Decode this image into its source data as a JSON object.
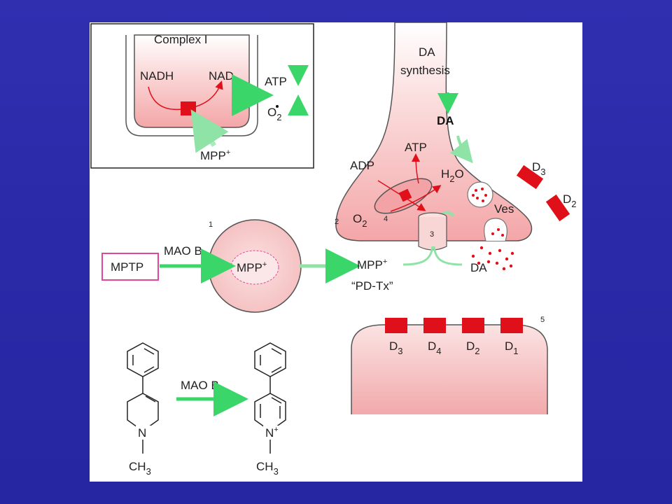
{
  "complex_inset": {
    "title": "Complex I",
    "nadh": "NADH",
    "nad": "NAD",
    "atp": "ATP",
    "o2": "O",
    "o2_sub": "2",
    "mpp": "MPP",
    "mpp_sup": "+"
  },
  "neuron": {
    "da_synthesis_line1": "DA",
    "da_synthesis_line2": "synthesis",
    "da": "DA",
    "adp": "ADP",
    "atp": "ATP",
    "h2o_h": "H",
    "h2o_sub": "2",
    "h2o_o": "O",
    "o2": "O",
    "o2_sub": "2",
    "ves": "Ves",
    "receptor_d3": "D",
    "receptor_d3_sub": "3",
    "receptor_d2": "D",
    "receptor_d2_sub": "2",
    "released_da": "DA",
    "num_2": "2",
    "num_3": "3",
    "num_4": "4"
  },
  "pathway": {
    "mptp": "MPTP",
    "mao_b": "MAO  B",
    "mpp_in_cell": "MPP",
    "mpp_in_cell_sup": "+",
    "mpp_out": "MPP",
    "mpp_out_sup": "+",
    "pd_tx": "“PD-Tx”",
    "num_1": "1"
  },
  "postsynaptic": {
    "num_5": "5",
    "receptors": [
      {
        "letter": "D",
        "sub": "3"
      },
      {
        "letter": "D",
        "sub": "4"
      },
      {
        "letter": "D",
        "sub": "2"
      },
      {
        "letter": "D",
        "sub": "1"
      }
    ]
  },
  "chemistry": {
    "mao_b": "MAO B",
    "n_left": "N",
    "n_right": "N",
    "n_plus": "+",
    "ch3_left_c": "CH",
    "ch3_left_sub": "3",
    "ch3_right_c": "CH",
    "ch3_right_sub": "3"
  },
  "colors": {
    "background": "#2a2aa8",
    "panel": "#ffffff",
    "pink_fill": "#f7c9c9",
    "red_marker": "#e0101a",
    "green_arrow": "#3ad66a",
    "magenta_box": "#e0479b"
  }
}
